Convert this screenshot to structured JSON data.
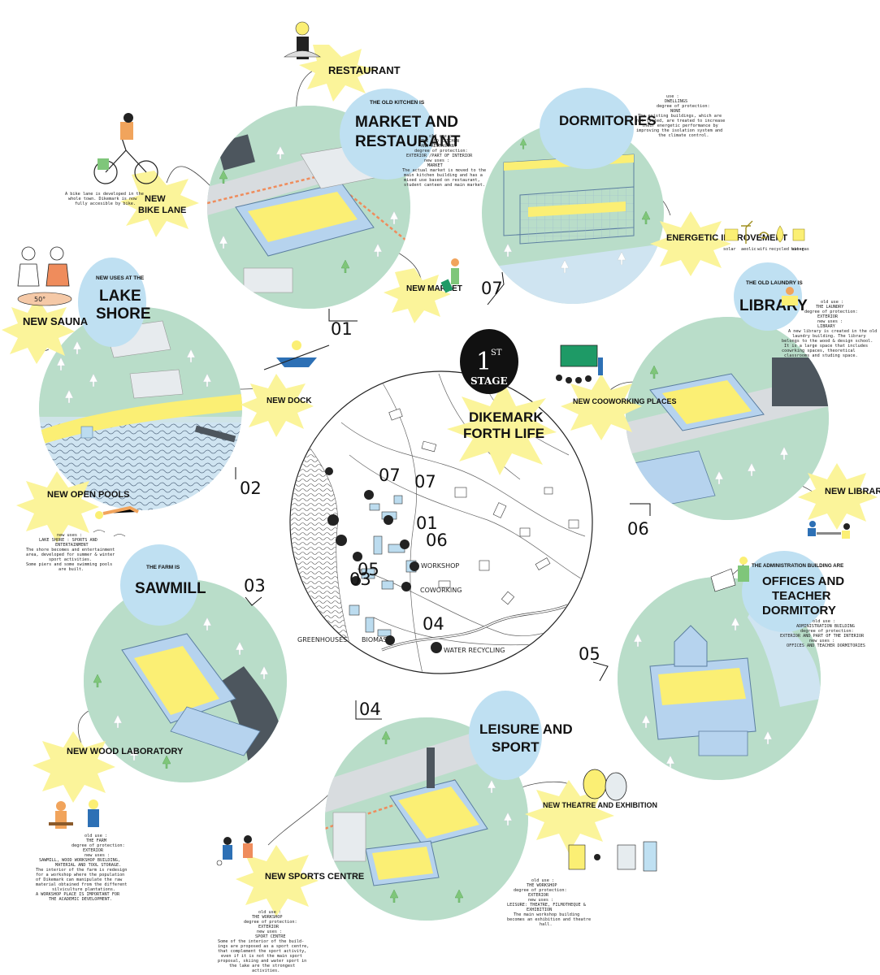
{
  "colors": {
    "bubble": "#bfe0f2",
    "burst": "#fbf49a",
    "site_green": "#b9ddc9",
    "site_water": "#cfe4f1",
    "building": "#b6d3ee",
    "accent_yellow": "#fbef74",
    "path_orange": "#ef8c5c",
    "ink": "#111111"
  },
  "central": {
    "stage_number": "1",
    "stage_suffix": "ST",
    "stage_word": "STAGE",
    "title_line1": "DIKEMARK",
    "title_line2": "FORTH LIFE",
    "map_numbers": [
      "07",
      "07",
      "01",
      "06",
      "05",
      "04",
      "03"
    ],
    "map_labels": [
      "WORKSHOP",
      "COWORKING",
      "GREENHOUSES",
      "BIOMASS",
      "WATER RECYCLING"
    ]
  },
  "sections": [
    {
      "number": "01",
      "heading_small": "THE OLD KITCHEN IS",
      "heading_line1": "MARKET AND",
      "heading_line2": "RESTAURANT",
      "notes": [
        "old use :",
        "THE OLD KITCHEN",
        "AND RESTAURANT",
        "",
        "degree of protection:",
        "EXTERIOR /PART OF INTERIOR",
        "",
        "new uses :",
        "MARKET",
        "",
        "The actual market is moved to the",
        "main kitchen building and has a",
        "mixed use based on restaurant,",
        "student canteen and main market."
      ],
      "bursts": [
        "RESTAURANT",
        "NEW MARKET"
      ],
      "side_note": [
        "A bike lane is developed in the",
        "whole town. Dikemark is now",
        "fully accesible by bike."
      ],
      "bike_burst": [
        "NEW",
        "BIKE LANE"
      ]
    },
    {
      "number": "02",
      "heading_small": "NEW USES AT THE",
      "heading_line1": "LAKE",
      "heading_line2": "SHORE",
      "bursts": [
        "NEW SAUNA",
        "NEW DOCK",
        "NEW OPEN POOLS"
      ],
      "sauna_sign": "50°",
      "notes": [
        "new uses :",
        "LAKE SHORE : SPORTS AND",
        "ENTERTAINMENT",
        "",
        "The shore becomes and entertainment",
        "area, developed for summer & winter",
        "sport activities.",
        "",
        "Some piers and some swimming pools",
        "are built."
      ]
    },
    {
      "number": "03",
      "heading_small": "THE FARM IS",
      "heading_line1": "SAWMILL",
      "bursts": [
        "NEW WOOD LABORATORY"
      ],
      "notes": [
        "old use :",
        "THE FARM",
        "",
        "degree of protection:",
        "EXTERIOR",
        "",
        "new uses :",
        "SAWMILL, WOOD WORKSHOP BUILDING,",
        "MATERIAL AND TOOL STORAGE.",
        "",
        "The interior of the farm is redesign",
        "for a workshop where the population",
        "of Dikemark can manipulate the raw",
        "material obtained from the different",
        "silviculture plantations.",
        "",
        "A WORKSHOP PLACE IS IMPORTANT FOR",
        "THE ACADEMIC DEVELOPMENT."
      ]
    },
    {
      "number": "04",
      "heading_line1": "LEISURE AND",
      "heading_line2": "SPORT",
      "bursts": [
        "NEW SPORTS CENTRE",
        "NEW THEATRE AND EXHIBITION"
      ],
      "notes_left": [
        "old use :",
        "THE WORKSHOP",
        "",
        "degree of protection:",
        "EXTERIOR",
        "",
        "new uses :",
        "SPORT CENTRE",
        "",
        "Some of the interior of the build-",
        "ings are proposed as a sport centre,",
        "that complement the sport activity,",
        "even if it is not the main sport",
        "proposal, skiing and water sport in",
        "the lake are the strongest",
        "activities."
      ],
      "notes_right": [
        "old use :",
        "THE WORKSHOP",
        "",
        "degree of protection:",
        "EXTERIOR",
        "",
        "new uses :",
        "LEISURE: THEATRE, FILMOTHEQUE &",
        "EXHIBITION",
        "",
        "The main workshop building",
        "becomes an exhibition and theatre",
        "hall."
      ]
    },
    {
      "number": "05",
      "heading_small": "THE ADMINISTRATION BUILDING ARE",
      "heading_line1": "OFFICES AND",
      "heading_line2": "TEACHER",
      "heading_line3": "DORMITORY",
      "notes": [
        "old use :",
        "ADMINISTRATION BUILDING",
        "",
        "degree of protection:",
        "EXTERIOR AND PART OF THE INTERIOR",
        "",
        "new uses :",
        "OFFICES AND TEACHER DORMITORIES"
      ]
    },
    {
      "number": "06",
      "heading_small": "THE OLD LAUNDRY IS",
      "heading_line1": "LIBRARY",
      "bursts": [
        "NEW COOWORKING PLACES",
        "NEW LIBRARY"
      ],
      "notes": [
        "old use :",
        "THE LAUNDRY",
        "",
        "degree of protection:",
        "EXTERIOR",
        "",
        "new uses :",
        "LIBRARY",
        "",
        "A new library is created in the old",
        "laundry building. The library",
        "belongs to the wood & design school.",
        "It is a large space that includes",
        "coowrking spaces, theoretical",
        "classrooms and studing space."
      ]
    },
    {
      "number": "07",
      "heading_line1": "DORMITORIES",
      "bursts": [
        "ENERGETIC IMPROVEMENT"
      ],
      "energy_icons": [
        "solar",
        "aeolic",
        "wifi",
        "recycled water",
        "bio-gas"
      ],
      "notes": [
        "use :",
        "DWELLINGS",
        "",
        "degree of protection:",
        "NONE",
        "",
        "The existing buildings, which are",
        "not listed, are treated to increase",
        "their energetic performance by",
        "improving the isolation system and",
        "the climate control."
      ]
    }
  ]
}
